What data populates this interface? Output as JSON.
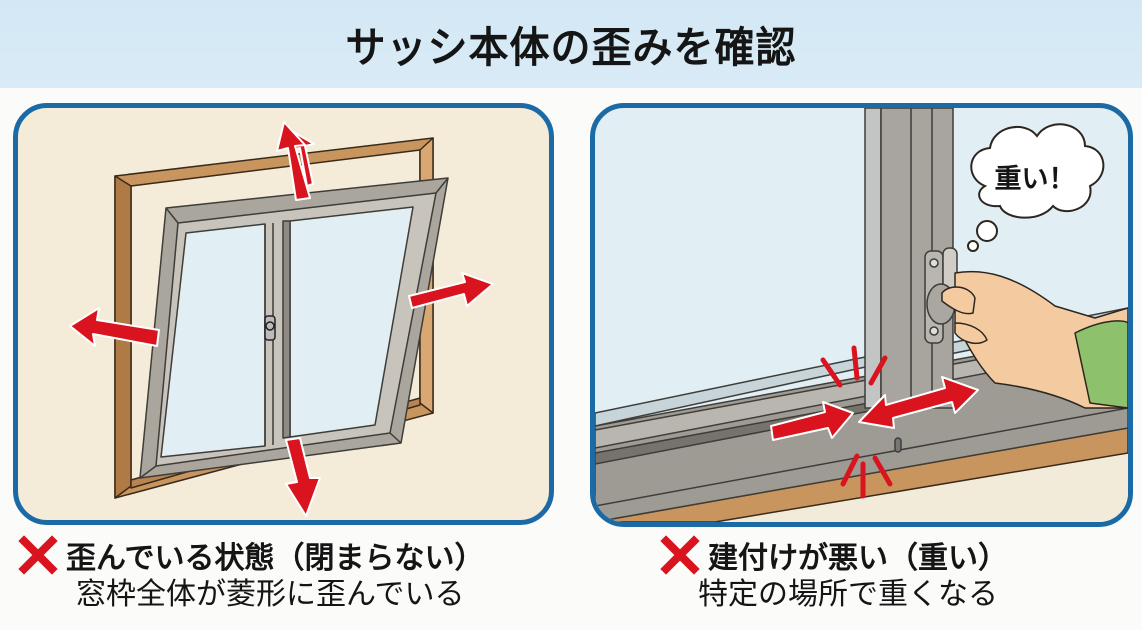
{
  "header": {
    "title": "サッシ本体の歪みを確認"
  },
  "colors": {
    "header_bg": "#d3e8f5",
    "panel_border": "#1b6aa6",
    "arrow_red": "#d9141e",
    "wood": "#c8955e",
    "aluminum": "#aaa69d",
    "glass": "#e1eef3",
    "wall": "#f4ecd9",
    "sleeve_green": "#8ec16c"
  },
  "panels": [
    {
      "id": "left",
      "illustration": "distorted-window-frame",
      "arrows": [
        "up",
        "left",
        "right",
        "down"
      ],
      "caption": {
        "icon": "cross-icon",
        "title": "歪んでいる状態（閉まらない）",
        "description": "窓枠全体が菱形に歪んでいる"
      }
    },
    {
      "id": "right",
      "illustration": "heavy-sliding-window",
      "speech_bubble": "重い！",
      "caption": {
        "icon": "cross-icon",
        "title": "建付けが悪い（重い）",
        "description": "特定の場所で重くなる"
      }
    }
  ]
}
